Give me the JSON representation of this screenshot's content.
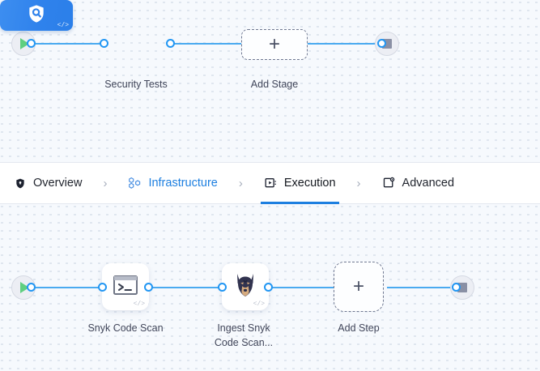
{
  "canvas_stage": {
    "start_node": {
      "icon": "play-icon",
      "label": ""
    },
    "end_node": {
      "icon": "stop-icon",
      "label": ""
    },
    "stage": {
      "icon": "shield-search-icon",
      "badge": "</>",
      "caption": "Security Tests"
    },
    "add_stage": {
      "icon": "plus-icon",
      "caption": "Add Stage"
    }
  },
  "tabs": {
    "items": [
      {
        "label": "Overview",
        "icon": "shield-icon",
        "state": "default"
      },
      {
        "label": "Infrastructure",
        "icon": "hexagon-cluster-icon",
        "state": "link"
      },
      {
        "label": "Execution",
        "icon": "play-screen-icon",
        "state": "active"
      },
      {
        "label": "Advanced",
        "icon": "window-gear-icon",
        "state": "default"
      }
    ],
    "separator": "›",
    "active_color": "#1d7fe0",
    "link_color": "#1d7fe0"
  },
  "canvas_step": {
    "start_node": {
      "icon": "play-icon",
      "label": ""
    },
    "end_node": {
      "icon": "stop-icon",
      "label": ""
    },
    "steps": [
      {
        "icon": "terminal-icon",
        "badge": "</>",
        "caption": "Snyk Code Scan"
      },
      {
        "icon": "snyk-doberman-icon",
        "badge": "</>",
        "caption": "Ingest Snyk\nCode Scan..."
      }
    ],
    "add_step": {
      "icon": "plus-icon",
      "caption": "Add Step"
    }
  },
  "colors": {
    "connector": "#4aaaf0",
    "port_stroke": "#2196f3",
    "stage_gradient_from": "#3d8ef0",
    "stage_gradient_to": "#2b7fe9",
    "canvas_bg": "#f6f9fd",
    "grid_dot": "#dfe6ef"
  }
}
